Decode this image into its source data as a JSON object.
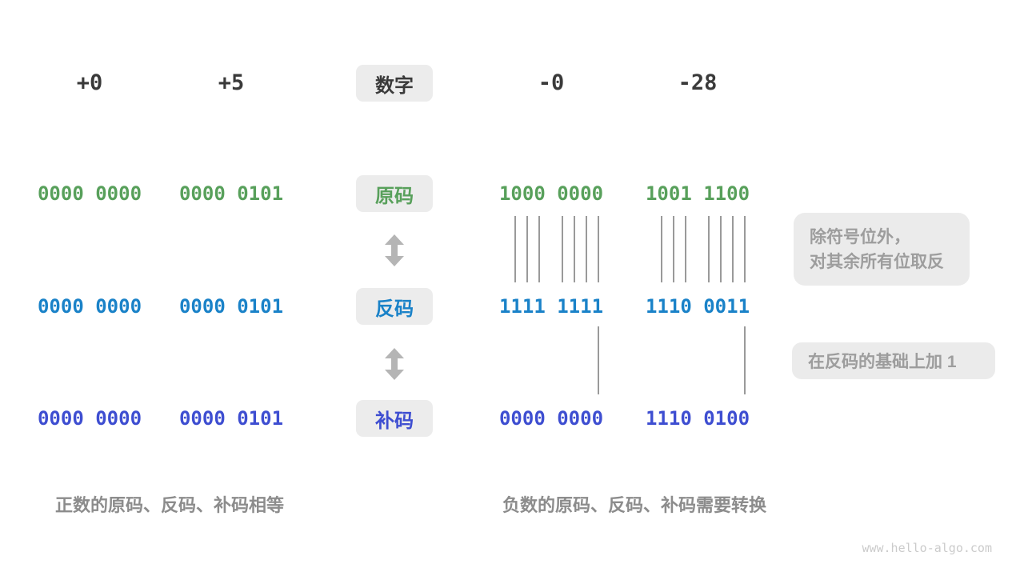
{
  "header": {
    "label": "数字",
    "columns": [
      "+0",
      "+5",
      "-0",
      "-28"
    ]
  },
  "rows": [
    {
      "id": "sign-magnitude",
      "label": "原码",
      "color": "#58a05b",
      "values": [
        "0000 0000",
        "0000 0101",
        "1000 0000",
        "1001 1100"
      ]
    },
    {
      "id": "ones-complement",
      "label": "反码",
      "color": "#1a82c8",
      "values": [
        "0000 0000",
        "0000 0101",
        "1111 1111",
        "1110 0011"
      ]
    },
    {
      "id": "twos-complement",
      "label": "补码",
      "color": "#3e4ed1",
      "values": [
        "0000 0000",
        "0000 0101",
        "0000 0000",
        "1110 0100"
      ]
    }
  ],
  "annotations": {
    "invert_line1": "除符号位外，",
    "invert_line2": "对其余所有位取反",
    "add_one": "在反码的基础上加 1"
  },
  "captions": {
    "positive": "正数的原码、反码、补码相等",
    "negative": "负数的原码、反码、补码需要转换"
  },
  "watermark": "www.hello-algo.com",
  "colors": {
    "number_text": "#3a3a3a",
    "sign_magnitude": "#58a05b",
    "ones_complement": "#1a82c8",
    "twos_complement": "#3e4ed1",
    "badge_background": "#ececec",
    "annotation_text": "#9d9d9d",
    "caption_text": "#8c8c8c",
    "connector_line": "#9a9a9a",
    "arrow": "#b5b5b5"
  }
}
